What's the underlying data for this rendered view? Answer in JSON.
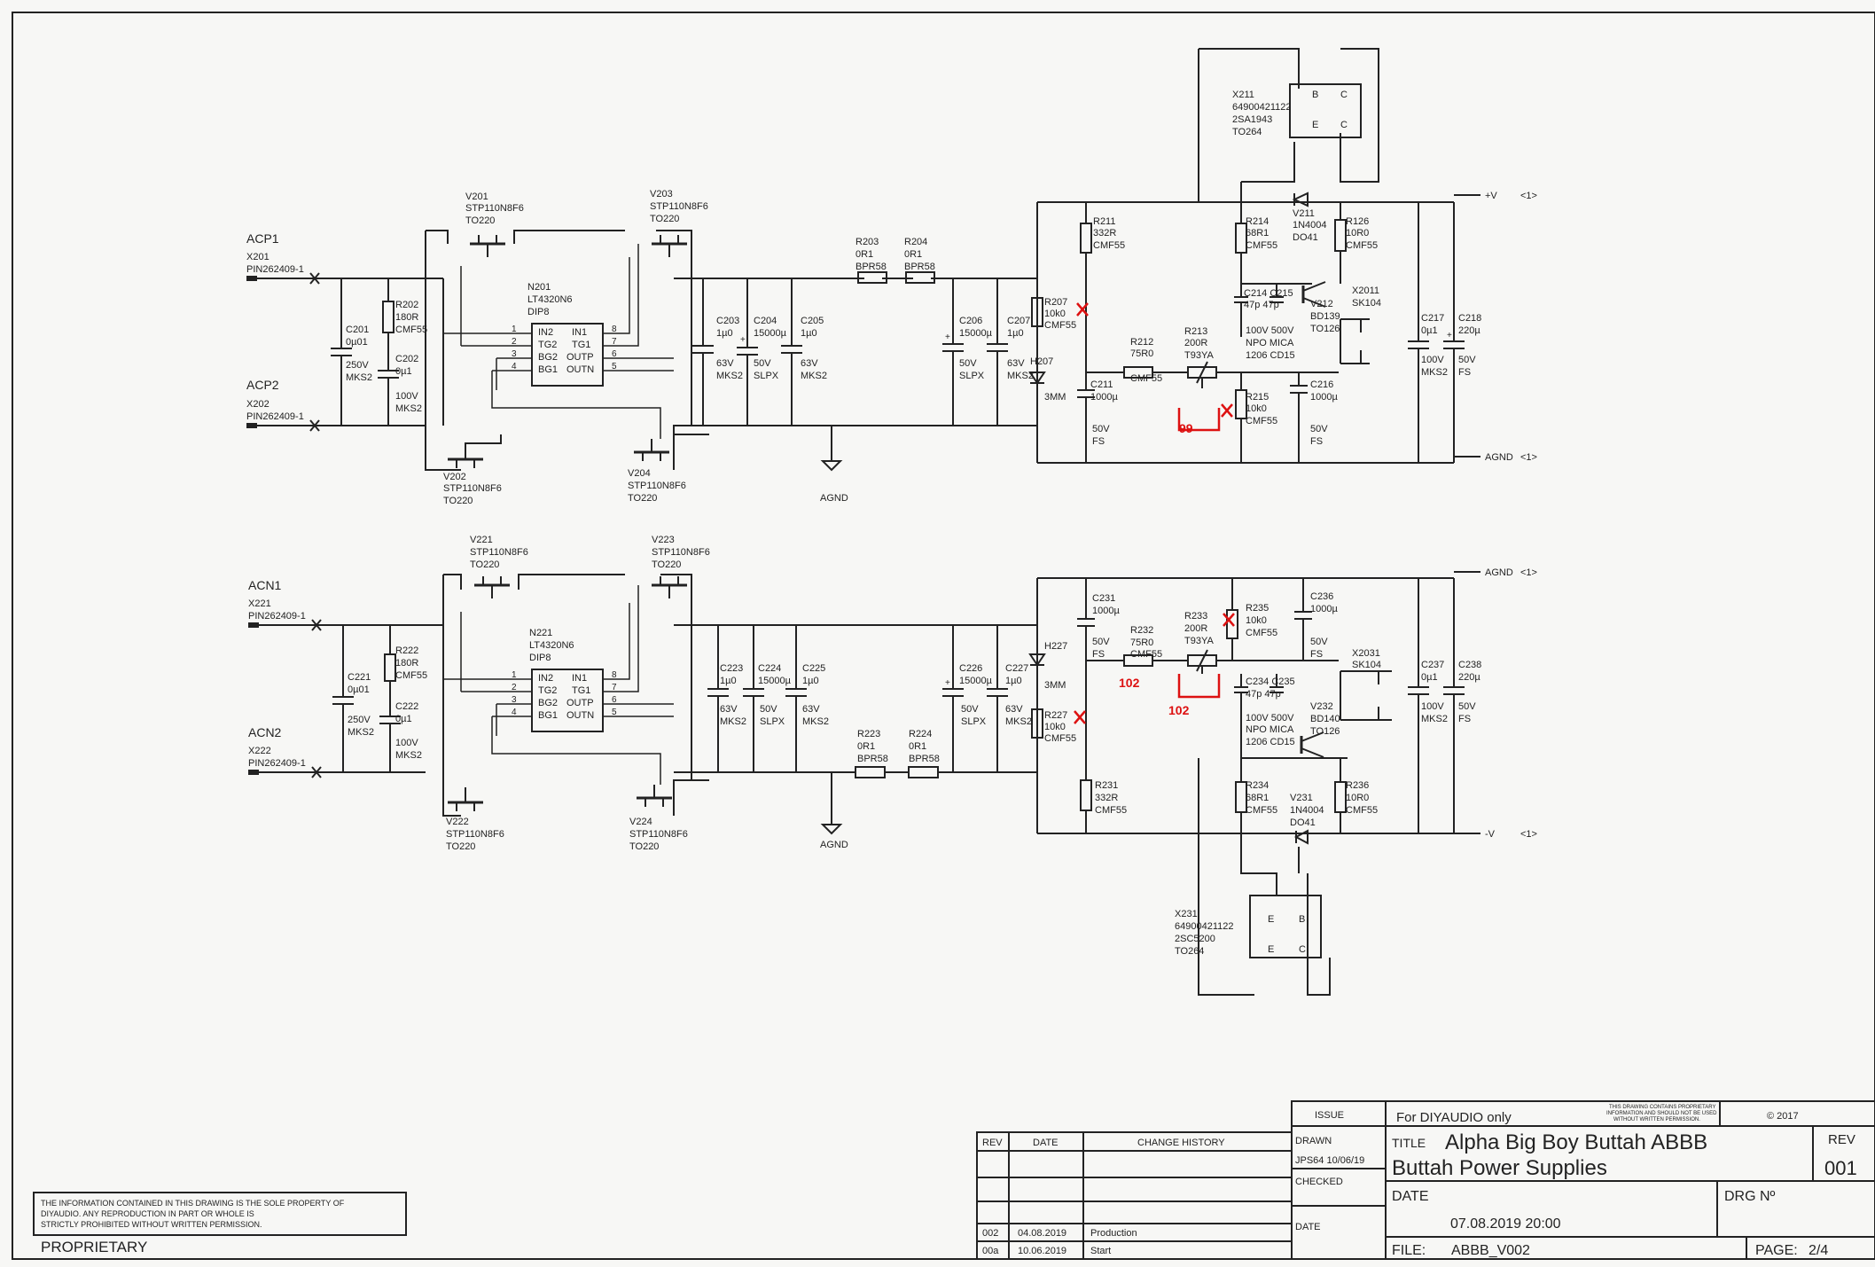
{
  "title_block": {
    "issue_label": "ISSUE",
    "issue_value": "For DIYAUDIO only",
    "proprietary_note_line1": "THIS DRAWING CONTAINS PROPRIETARY",
    "proprietary_note_line2": "INFORMATION AND SHOULD NOT BE USED",
    "proprietary_note_line3": "WITHOUT WRITTEN PERMISSION.",
    "copyright": "© 2017",
    "drawn_label": "DRAWN",
    "drawn_value": "JPS64 10/06/19",
    "checked_label": "CHECKED",
    "date_label_left": "DATE",
    "title_label": "TITLE",
    "title_line1": "Alpha Big Boy Buttah ABBB",
    "title_line2": "Buttah Power Supplies",
    "rev_label": "REV",
    "rev_value": "001",
    "date_label": "DATE",
    "date_value": "07.08.2019 20:00",
    "drg_label": "DRG Nº",
    "file_label": "FILE:",
    "file_value": "ABBB_V002",
    "page_label": "PAGE:",
    "page_value": "2/4"
  },
  "change_history": {
    "headers": [
      "REV",
      "DATE",
      "CHANGE HISTORY"
    ],
    "rows": [
      {
        "rev": "002",
        "date": "04.08.2019",
        "change": "Production"
      },
      {
        "rev": "00a",
        "date": "10.06.2019",
        "change": "Start"
      }
    ]
  },
  "notice": {
    "line1": "THE INFORMATION CONTAINED IN THIS DRAWING IS THE SOLE PROPERTY OF",
    "line2": "DIYAUDIO.  ANY REPRODUCTION IN PART OR WHOLE IS",
    "line3": "STRICTLY PROHIBITED WITHOUT WRITTEN PERMISSION.",
    "proprietary": "PROPRIETARY"
  },
  "nets": {
    "vplus": "+V",
    "vminus": "-V",
    "agnd": "AGND",
    "sheetref": "<1>",
    "agnd_symbol": "AGND"
  },
  "positive": {
    "acp1": {
      "name": "ACP1",
      "ref": "X201",
      "part": "PIN262409-1"
    },
    "acp2": {
      "name": "ACP2",
      "ref": "X202",
      "part": "PIN262409-1"
    },
    "v201": {
      "ref": "V201",
      "part": "STP110N8F6",
      "pkg": "TO220"
    },
    "v203": {
      "ref": "V203",
      "part": "STP110N8F6",
      "pkg": "TO220"
    },
    "v202": {
      "ref": "V202",
      "part": "STP110N8F6",
      "pkg": "TO220"
    },
    "v204": {
      "ref": "V204",
      "part": "STP110N8F6",
      "pkg": "TO220"
    },
    "n201": {
      "ref": "N201",
      "part": "LT4320N6",
      "pkg": "DIP8",
      "pins_left": [
        {
          "n": "1",
          "name": "IN2"
        },
        {
          "n": "2",
          "name": "TG2"
        },
        {
          "n": "3",
          "name": "BG2"
        },
        {
          "n": "4",
          "name": "BG1"
        }
      ],
      "pins_right": [
        {
          "n": "8",
          "name": "IN1"
        },
        {
          "n": "7",
          "name": "TG1"
        },
        {
          "n": "6",
          "name": "OUTP"
        },
        {
          "n": "5",
          "name": "OUTN"
        }
      ]
    },
    "c201": {
      "ref": "C201",
      "val": "0µ01",
      "v": "250V",
      "t": "MKS2"
    },
    "r202": {
      "ref": "R202",
      "val": "180R",
      "t": "CMF55"
    },
    "c202": {
      "ref": "C202",
      "val": "0µ1",
      "v": "100V",
      "t": "MKS2"
    },
    "c203": {
      "ref": "C203",
      "val": "1µ0",
      "v": "63V",
      "t": "MKS2"
    },
    "c204": {
      "ref": "C204",
      "val": "15000µ",
      "v": "50V",
      "t": "SLPX"
    },
    "c205": {
      "ref": "C205",
      "val": "1µ0",
      "v": "63V",
      "t": "MKS2"
    },
    "r203": {
      "ref": "R203",
      "val": "0R1",
      "t": "BPR58"
    },
    "r204": {
      "ref": "R204",
      "val": "0R1",
      "t": "BPR58"
    },
    "c206": {
      "ref": "C206",
      "val": "15000µ",
      "v": "50V",
      "t": "SLPX"
    },
    "c207": {
      "ref": "C207",
      "val": "1µ0",
      "v": "63V",
      "t": "MKS2"
    },
    "r207": {
      "ref": "R207",
      "val": "10k0",
      "t": "CMF55"
    },
    "h207": {
      "ref": "H207",
      "t": "3MM"
    },
    "r211": {
      "ref": "R211",
      "val": "332R",
      "t": "CMF55"
    },
    "c211": {
      "ref": "C211",
      "val": "1000µ",
      "v": "50V",
      "t": "FS"
    },
    "r212": {
      "ref": "R212",
      "val": "75R0",
      "t": "CMF55"
    },
    "r213": {
      "ref": "R213",
      "val": "200R",
      "t": "T93YA"
    },
    "r214": {
      "ref": "R214",
      "val": "68R1",
      "t": "CMF55"
    },
    "v211": {
      "ref": "V211",
      "part": "1N4004",
      "pkg": "DO41"
    },
    "r126": {
      "ref": "R126",
      "val": "10R0",
      "t": "CMF55"
    },
    "c214c215": {
      "refs": "C214 C215",
      "vals": "47p   47p",
      "v": "100V 500V",
      "t": "NPO  MICA",
      "p": "1206 CD15"
    },
    "v212": {
      "ref": "V212",
      "part": "BD139",
      "pkg": "TO126"
    },
    "r215": {
      "ref": "R215",
      "val": "10k0",
      "t": "CMF55"
    },
    "c216": {
      "ref": "C216",
      "val": "1000µ",
      "v": "50V",
      "t": "FS"
    },
    "x2011": {
      "ref": "X2011",
      "part": "SK104"
    },
    "c217": {
      "ref": "C217",
      "val": "0µ1",
      "v": "100V",
      "t": "MKS2"
    },
    "c218": {
      "ref": "C218",
      "val": "220µ",
      "v": "50V",
      "t": "FS"
    },
    "x211": {
      "ref": "X211",
      "part": "64900421122",
      "dev": "2SA1943",
      "pkg": "TO264"
    },
    "pins": {
      "b": "B",
      "c": "C",
      "e": "E",
      "c2": "C",
      "p1": "1",
      "p2": "2",
      "p3": "3",
      "p4": "4"
    }
  },
  "negative": {
    "acn1": {
      "name": "ACN1",
      "ref": "X221",
      "part": "PIN262409-1"
    },
    "acn2": {
      "name": "ACN2",
      "ref": "X222",
      "part": "PIN262409-1"
    },
    "v221": {
      "ref": "V221",
      "part": "STP110N8F6",
      "pkg": "TO220"
    },
    "v223": {
      "ref": "V223",
      "part": "STP110N8F6",
      "pkg": "TO220"
    },
    "v222": {
      "ref": "V222",
      "part": "STP110N8F6",
      "pkg": "TO220"
    },
    "v224": {
      "ref": "V224",
      "part": "STP110N8F6",
      "pkg": "TO220"
    },
    "n221": {
      "ref": "N221",
      "part": "LT4320N6",
      "pkg": "DIP8"
    },
    "c221": {
      "ref": "C221",
      "val": "0µ01",
      "v": "250V",
      "t": "MKS2"
    },
    "r222": {
      "ref": "R222",
      "val": "180R",
      "t": "CMF55"
    },
    "c222": {
      "ref": "C222",
      "val": "0µ1",
      "v": "100V",
      "t": "MKS2"
    },
    "c223": {
      "ref": "C223",
      "val": "1µ0",
      "v": "63V",
      "t": "MKS2"
    },
    "c224": {
      "ref": "C224",
      "val": "15000µ",
      "v": "50V",
      "t": "SLPX"
    },
    "c225": {
      "ref": "C225",
      "val": "1µ0",
      "v": "63V",
      "t": "MKS2"
    },
    "r223": {
      "ref": "R223",
      "val": "0R1",
      "t": "BPR58"
    },
    "r224": {
      "ref": "R224",
      "val": "0R1",
      "t": "BPR58"
    },
    "c226": {
      "ref": "C226",
      "val": "15000µ",
      "v": "50V",
      "t": "SLPX"
    },
    "c227": {
      "ref": "C227",
      "val": "1µ0",
      "v": "63V",
      "t": "MKS2"
    },
    "h227": {
      "ref": "H227",
      "t": "3MM"
    },
    "r227": {
      "ref": "R227",
      "val": "10k0",
      "t": "CMF55"
    },
    "c231": {
      "ref": "C231",
      "val": "1000µ",
      "v": "50V",
      "t": "FS"
    },
    "r232": {
      "ref": "R232",
      "val": "75R0",
      "t": "CMF55"
    },
    "r233": {
      "ref": "R233",
      "val": "200R",
      "t": "T93YA"
    },
    "r235": {
      "ref": "R235",
      "val": "10k0",
      "t": "CMF55"
    },
    "c236": {
      "ref": "C236",
      "val": "1000µ",
      "v": "50V",
      "t": "FS"
    },
    "x2031": {
      "ref": "X2031",
      "part": "SK104"
    },
    "c237": {
      "ref": "C237",
      "val": "0µ1",
      "v": "100V",
      "t": "MKS2"
    },
    "c238": {
      "ref": "C238",
      "val": "220µ",
      "v": "50V",
      "t": "FS"
    },
    "c234c235": {
      "refs": "C234 C235",
      "vals": "47p   47p",
      "v": "100V 500V",
      "t": "NPO  MICA",
      "p": "1206 CD15"
    },
    "v232": {
      "ref": "V232",
      "part": "BD140",
      "pkg": "TO126"
    },
    "r231": {
      "ref": "R231",
      "val": "332R",
      "t": "CMF55"
    },
    "r234": {
      "ref": "R234",
      "val": "68R1",
      "t": "CMF55"
    },
    "v231": {
      "ref": "V231",
      "part": "1N4004",
      "pkg": "DO41"
    },
    "r236": {
      "ref": "R236",
      "val": "10R0",
      "t": "CMF55"
    },
    "x231": {
      "ref": "X231",
      "part": "64900421122",
      "dev": "2SC5200",
      "pkg": "TO264"
    }
  },
  "handwritten": {
    "n99": "99",
    "n102a": "102",
    "n102b": "102"
  }
}
